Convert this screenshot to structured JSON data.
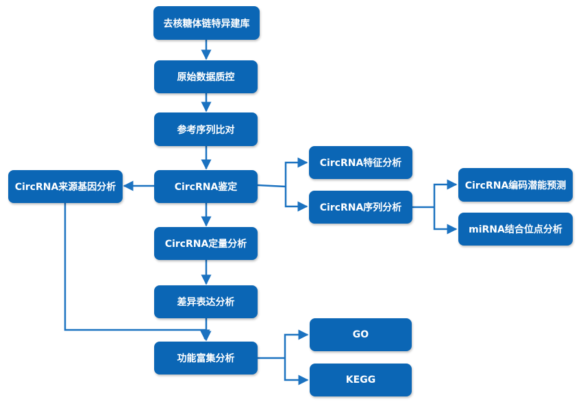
{
  "nodes": {
    "library": "去核糖体链特异建库",
    "qc": "原始数据质控",
    "alignment": "参考序列比对",
    "identification": "CircRNA鉴定",
    "source_gene": "CircRNA来源基因分析",
    "feature": "CircRNA特征分析",
    "sequence": "CircRNA序列分析",
    "coding": "CircRNA编码潜能预测",
    "mirna": "miRNA结合位点分析",
    "quantification": "CircRNA定量分析",
    "diff_expression": "差异表达分析",
    "enrichment": "功能富集分析",
    "go": "GO",
    "kegg": "KEGG"
  },
  "colors": {
    "node_fill": "#0b66b5",
    "node_text": "#ffffff",
    "connector": "#1b72c0"
  }
}
